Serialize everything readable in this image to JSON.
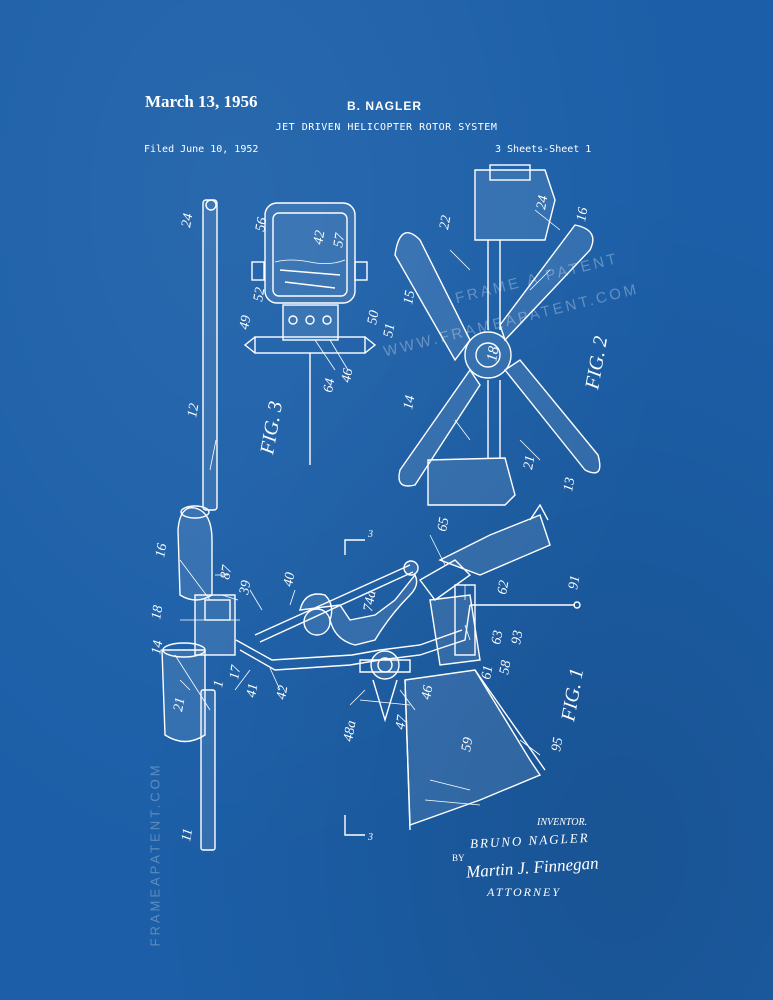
{
  "header": {
    "date": "March 13, 1956",
    "inventor": "B. NAGLER",
    "title": "JET DRIVEN HELICOPTER ROTOR SYSTEM",
    "filed": "Filed June 10, 1952",
    "sheets": "3 Sheets-Sheet 1"
  },
  "figures": {
    "fig1": "FIG. 1",
    "fig2": "FIG. 2",
    "fig3": "FIG. 3"
  },
  "labels": {
    "n24a": "24",
    "n12": "12",
    "n16a": "16",
    "n87": "87",
    "n39": "39",
    "n40": "40",
    "n18a": "18",
    "n14a": "14",
    "n17": "17",
    "n1": "1",
    "n21a": "21",
    "n41": "41",
    "n42": "42",
    "n11": "11",
    "n65": "65",
    "n74a": "74a",
    "n91": "91",
    "n62": "62",
    "n63": "63",
    "n93": "93",
    "n58": "58",
    "n61": "61",
    "n46": "46",
    "n47": "47",
    "n48a": "48a",
    "n59": "59",
    "n95": "95",
    "n3a": "3",
    "n3b": "3",
    "n56": "56",
    "n42b": "42",
    "n57": "57",
    "n52": "52",
    "n49": "49",
    "n50": "50",
    "n51": "51",
    "n64": "64",
    "n46b": "46",
    "n22": "22",
    "n24b": "24",
    "n16b": "16",
    "n15": "15",
    "n18b": "18",
    "n14b": "14",
    "n21b": "21",
    "n13": "13"
  },
  "signature": {
    "inventor_label": "INVENTOR.",
    "inventor_name": "BRUNO NAGLER",
    "by": "BY",
    "attorney_signature": "Martin J. Finnegan",
    "attorney_label": "ATTORNEY"
  },
  "watermark": {
    "side": "FRAMEAPATENT.COM",
    "diag1": "FRAME A PATENT",
    "diag2": "WWW.FRAMEAPATENT.COM"
  },
  "colors": {
    "background": "#1c5fa8",
    "ink": "#ffffff"
  }
}
